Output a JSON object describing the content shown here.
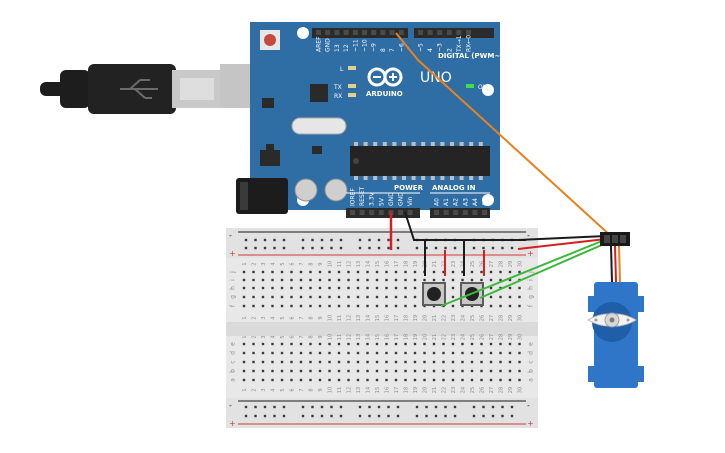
{
  "board": {
    "brand": "ARDUINO",
    "model": "UNO",
    "on_label": "ON",
    "l_label": "L",
    "tx_label": "TX",
    "rx_label": "RX",
    "digital_label": "DIGITAL (PWM~)",
    "power_label": "POWER",
    "analog_label": "ANALOG IN",
    "top_pins": [
      "AREF",
      "GND",
      "13",
      "12",
      "~11",
      "~10",
      "~9",
      "8",
      "7",
      "~6",
      "~5",
      "4",
      "~3",
      "2",
      "TX→1",
      "RX←0"
    ],
    "power_pins": [
      "IOREF",
      "RESET",
      "3.3V",
      "5V",
      "GND",
      "GND",
      "Vin"
    ],
    "analog_pins": [
      "A0",
      "A1",
      "A2",
      "A3",
      "A4",
      "A5"
    ],
    "colors": {
      "board": "#2f6da5",
      "header": "#2b2b2b",
      "led_on": "#3be04b"
    }
  },
  "breadboard": {
    "rail_plus": "+",
    "rail_minus": "-",
    "row_letters_top": [
      "j",
      "i",
      "h",
      "g",
      "f"
    ],
    "row_letters_bottom": [
      "e",
      "d",
      "c",
      "b",
      "a"
    ],
    "column_count": 30,
    "colors": {
      "body": "#e8e8e8",
      "hole": "#3a3a3a",
      "plus_line": "#d23a3a",
      "minus_line": "#1a1a1a"
    }
  },
  "components": {
    "usb_cable": "usb-b-cable",
    "servo": "micro-servo",
    "buttons": [
      "pushbutton-1",
      "pushbutton-2"
    ]
  },
  "wires": {
    "colors": {
      "signal": "#e8821e",
      "power": "#d42020",
      "ground": "#1a1a1a",
      "control": "#3cb83c"
    }
  }
}
